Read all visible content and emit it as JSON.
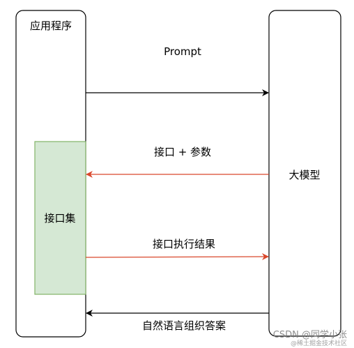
{
  "nodes": {
    "app": {
      "label": "应用程序"
    },
    "model": {
      "label": "大模型"
    },
    "interface_set": {
      "label": "接口集"
    }
  },
  "edges": {
    "prompt": {
      "label": "Prompt"
    },
    "interface_params": {
      "label": "接口 + 参数"
    },
    "exec_result": {
      "label": "接口执行结果"
    },
    "nl_answer": {
      "label": "自然语言组织答案"
    }
  },
  "watermark": {
    "line1": "CSDN @同学小张",
    "line2": "@稀土掘金技术社区"
  },
  "colors": {
    "black_arrow": "#000000",
    "red_arrow": "#d9472b",
    "interface_fill": "#d5e8d4",
    "interface_stroke": "#82b366"
  }
}
